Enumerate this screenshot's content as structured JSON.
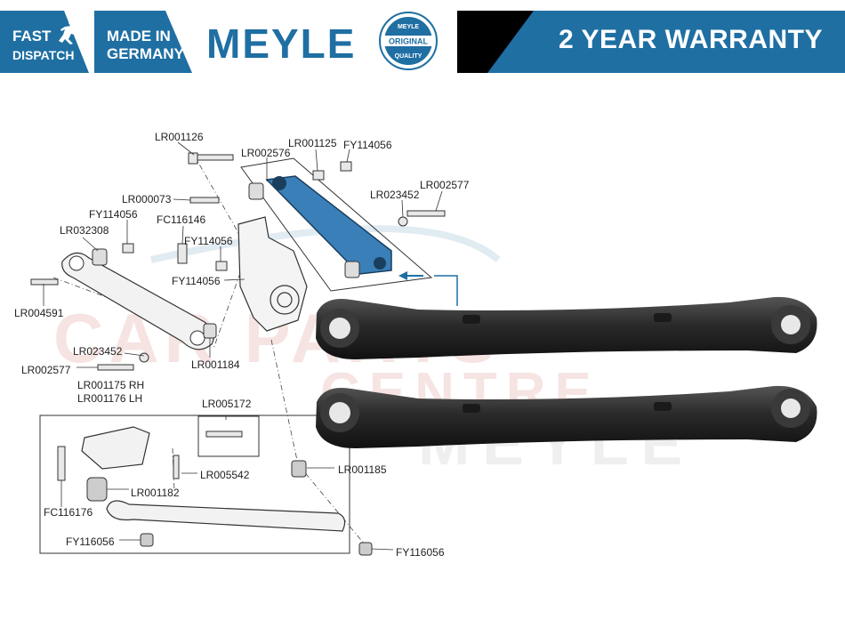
{
  "banner": {
    "fast_line1": "FAST",
    "fast_line2": "DISPATCH",
    "made_line1": "MADE IN",
    "made_line2": "GERMANY",
    "brand": "MEYLE",
    "seal_top": "MEYLE",
    "seal_mid": "ORIGINAL",
    "seal_bottom": "QUALITY",
    "warranty": "2 YEAR WARRANTY",
    "colors": {
      "primary": "#1f6fa3",
      "dark": "#000000",
      "highlight": "#3a7fb8"
    }
  },
  "watermark": {
    "line1": "CAR PARTS",
    "line2": "CENTRE",
    "line3": "MEYLE"
  },
  "parts": [
    "LR001126",
    "LR002576",
    "LR001125",
    "FY114056",
    "LR000073",
    "LR002577",
    "LR023452",
    "FY114056",
    "FC116146",
    "LR032308",
    "FY114056",
    "FY114056",
    "LR004591",
    "LR023452",
    "LR001184",
    "LR002577",
    "LR001175 RH",
    "LR001176 LH",
    "LR005172",
    "LR005542",
    "LR001185",
    "LR001182",
    "FC116176",
    "FY116056",
    "FY116056"
  ]
}
